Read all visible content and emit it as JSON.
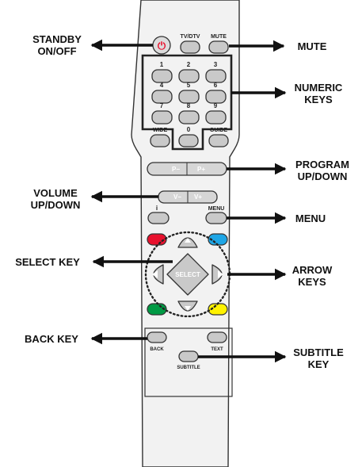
{
  "remote": {
    "buttons": {
      "standby_symbol": "⏻",
      "tvdtv": "TV/DTV",
      "mute": "MUTE",
      "numbers": [
        "1",
        "2",
        "3",
        "4",
        "5",
        "6",
        "7",
        "8",
        "9"
      ],
      "wide": "WIDE",
      "zero": "0",
      "guide": "GUIDE",
      "p_minus": "P−",
      "p_plus": "P+",
      "v_minus": "V−",
      "v_plus": "V+",
      "info": "i",
      "menu": "MENU",
      "select": "SELECT",
      "back": "BACK",
      "text": "TEXT",
      "subtitle": "SUBTITLE"
    },
    "colors": {
      "red": "#e8112d",
      "blue": "#1ea6e6",
      "green": "#009a44",
      "yellow": "#fff200",
      "body": "#f2f2f2",
      "key": "#c9c9c9",
      "outline": "#333333"
    }
  },
  "callouts": {
    "standby": [
      "STANDBY",
      "ON/OFF"
    ],
    "mute": [
      "MUTE"
    ],
    "numeric": [
      "NUMERIC",
      "KEYS"
    ],
    "program": [
      "PROGRAM",
      "UP/DOWN"
    ],
    "volume": [
      "VOLUME",
      "UP/DOWN"
    ],
    "menu": [
      "MENU"
    ],
    "select": [
      "SELECT KEY"
    ],
    "arrows": [
      "ARROW",
      "KEYS"
    ],
    "back": [
      "BACK KEY"
    ],
    "subtitle": [
      "SUBTITLE",
      "KEY"
    ]
  }
}
